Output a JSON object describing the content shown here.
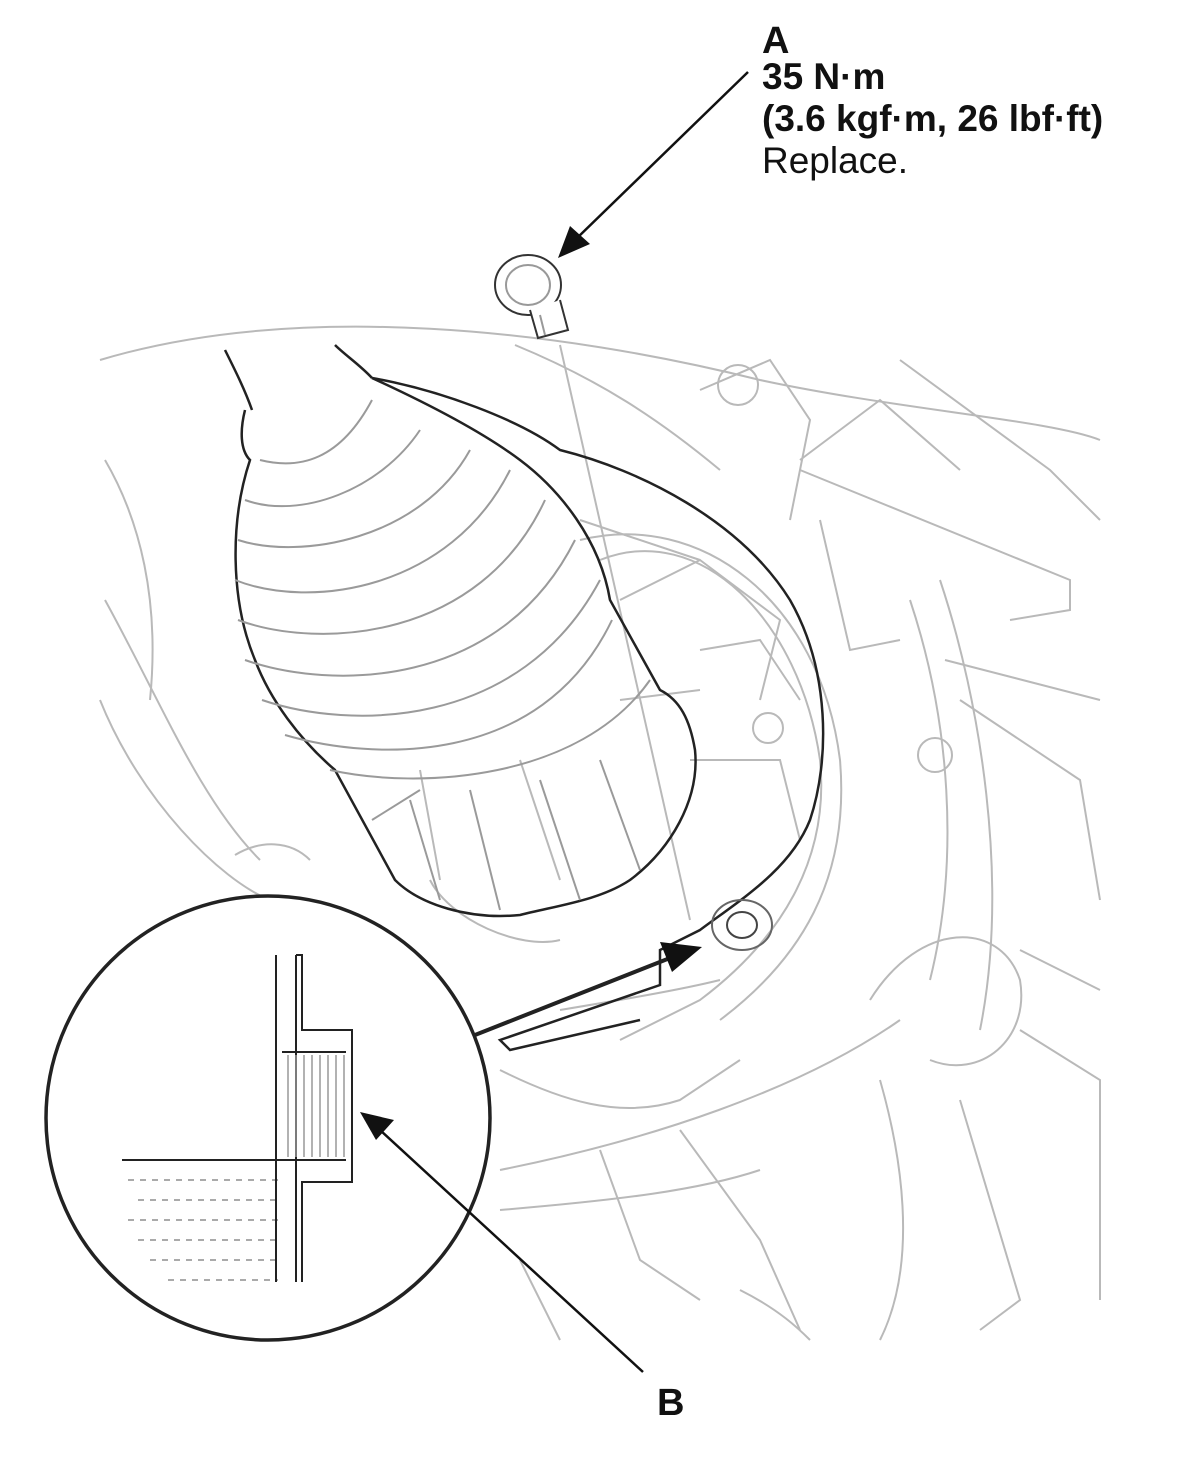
{
  "figure": {
    "callouts": {
      "a": {
        "letter": "A",
        "torque_nm": "35 N·m",
        "torque_alt": "(3.6 kgf·m, 26 lbf·ft)",
        "note": "Replace."
      },
      "b": {
        "letter": "B"
      }
    },
    "colors": {
      "line_dark": "#111111",
      "line_light": "#b9b9b9",
      "background": "#ffffff"
    }
  }
}
